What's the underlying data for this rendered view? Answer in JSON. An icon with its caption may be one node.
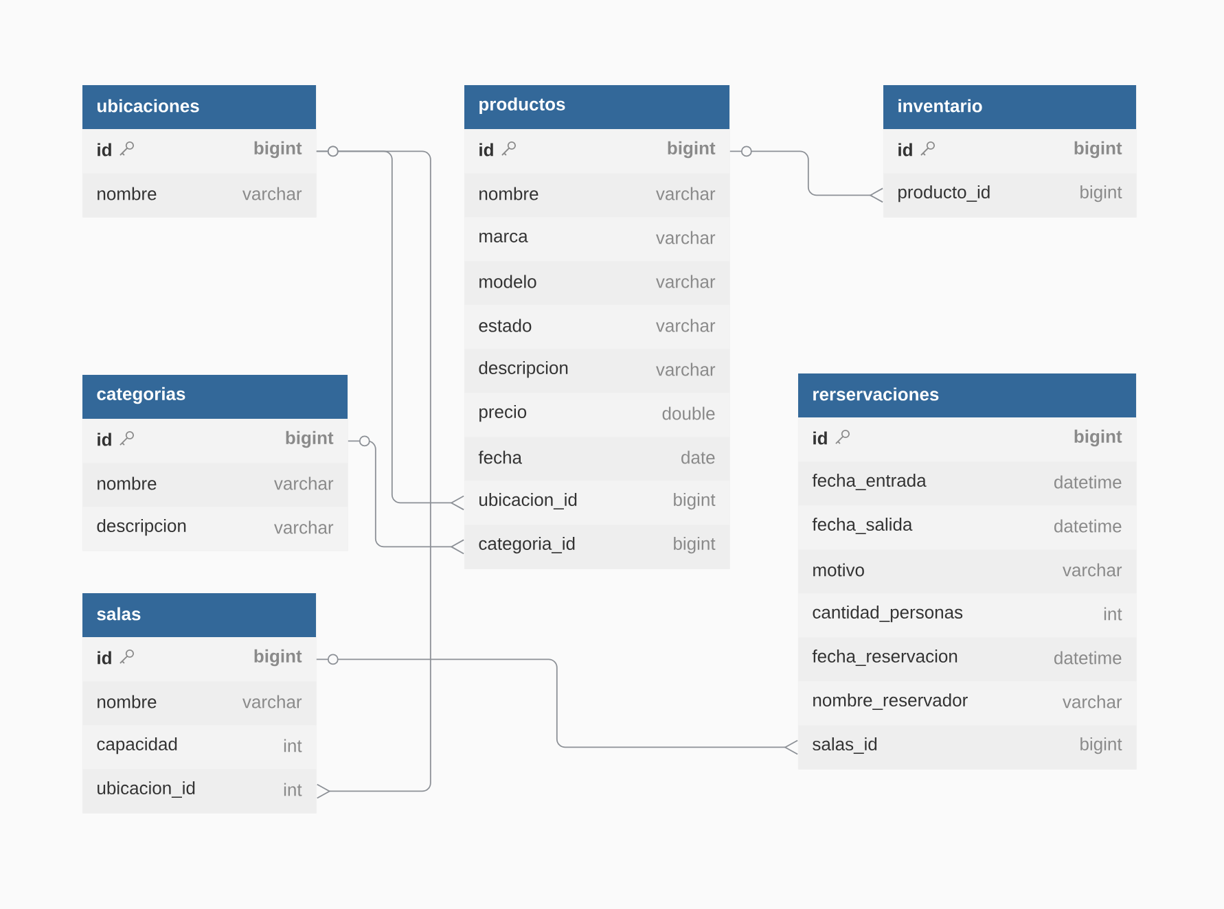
{
  "diagram": {
    "nodes": [
      {
        "text": [
          "ubicaciones"
        ]
      },
      {
        "text": [
          "id",
          "bigint"
        ],
        "in": 0
      },
      {
        "text": [
          "nombre",
          "varchar"
        ],
        "in": 0
      },
      {
        "text": [
          "productos"
        ]
      },
      {
        "text": [
          "id",
          "bigint"
        ],
        "in": 3
      },
      {
        "text": [
          "nombre",
          "varchar"
        ],
        "in": 3
      },
      {
        "text": [
          "marca",
          "varchar"
        ],
        "in": 3
      },
      {
        "text": [
          "modelo",
          "varchar"
        ],
        "in": 3
      },
      {
        "text": [
          "estado",
          "varchar"
        ],
        "in": 3
      },
      {
        "text": [
          "descripcion",
          "varchar"
        ],
        "in": 3
      },
      {
        "text": [
          "precio",
          "double"
        ],
        "in": 3
      },
      {
        "text": [
          "fecha",
          "date"
        ],
        "in": 3
      },
      {
        "text": [
          "ubicacion_id",
          "bigint"
        ],
        "in": 3
      },
      {
        "text": [
          "categoria_id",
          "bigint"
        ],
        "in": 3
      },
      {
        "text": [
          "inventario"
        ]
      },
      {
        "text": [
          "id",
          "bigint"
        ],
        "in": 14
      },
      {
        "text": [
          "producto_id",
          "bigint"
        ],
        "in": 14
      },
      {
        "text": [
          "categorias"
        ]
      },
      {
        "text": [
          "id",
          "bigint"
        ],
        "in": 17
      },
      {
        "text": [
          "nombre",
          "varchar"
        ],
        "in": 17
      },
      {
        "text": [
          "descripcion",
          "varchar"
        ],
        "in": 17
      },
      {
        "text": [
          "salas"
        ]
      },
      {
        "text": [
          "id",
          "bigint"
        ],
        "in": 21
      },
      {
        "text": [
          "nombre",
          "varchar"
        ],
        "in": 21
      },
      {
        "text": [
          "capacidad",
          "int"
        ],
        "in": 21
      },
      {
        "text": [
          "ubicacion_id",
          "int"
        ],
        "in": 21
      },
      {
        "text": [
          "rerservaciones"
        ]
      },
      {
        "text": [
          "id",
          "bigint"
        ],
        "in": 26
      },
      {
        "text": [
          "fecha_entrada",
          "datetime"
        ],
        "in": 26
      },
      {
        "text": [
          "fecha_salida",
          "datetime"
        ],
        "in": 26
      },
      {
        "text": [
          "motivo",
          "varchar"
        ],
        "in": 26
      },
      {
        "text": [
          "cantidad_personas",
          "int"
        ],
        "in": 26
      },
      {
        "text": [
          "fecha_reservacion",
          "datetime"
        ],
        "in": 26
      },
      {
        "text": [
          "nombre_reservador",
          "varchar"
        ],
        "in": 26
      },
      {
        "text": [
          "salas_id",
          "bigint"
        ],
        "in": 26
      }
    ],
    "edges": [
      {
        "from": 1,
        "to": 12,
        "arrow": "other"
      },
      {
        "from": 1,
        "to": 25,
        "arrow": "other"
      },
      {
        "from": 18,
        "to": 13,
        "arrow": "other"
      },
      {
        "from": 4,
        "to": 16,
        "arrow": "other"
      },
      {
        "from": 22,
        "to": 34,
        "arrow": "other"
      }
    ]
  }
}
